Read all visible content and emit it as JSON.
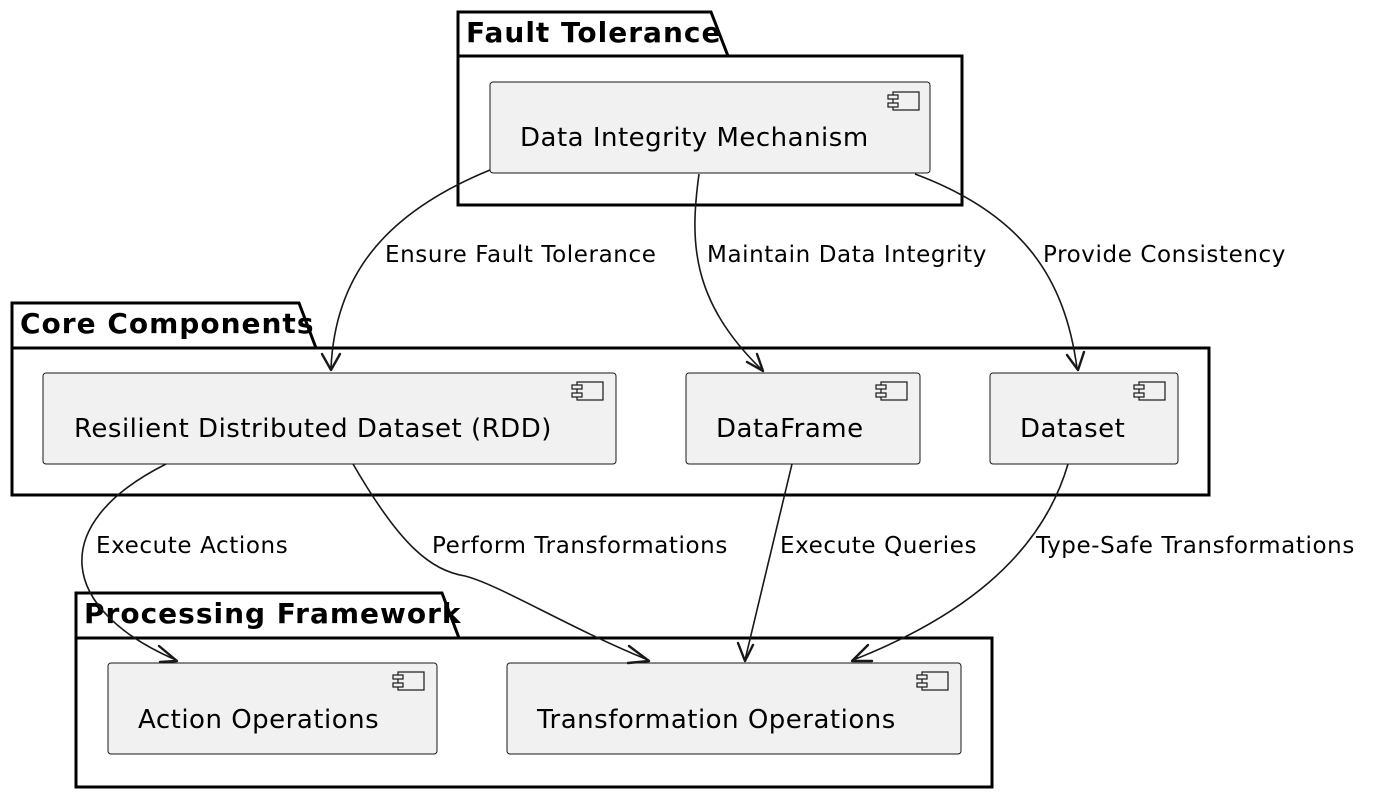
{
  "packages": [
    {
      "title": "Fault Tolerance",
      "components": [
        {
          "label": "Data Integrity Mechanism"
        }
      ]
    },
    {
      "title": "Core Components",
      "components": [
        {
          "label": "Resilient Distributed Dataset (RDD)"
        },
        {
          "label": "DataFrame"
        },
        {
          "label": "Dataset"
        }
      ]
    },
    {
      "title": "Processing Framework",
      "components": [
        {
          "label": "Action Operations"
        },
        {
          "label": "Transformation Operations"
        }
      ]
    }
  ],
  "relations": [
    {
      "from": "Data Integrity Mechanism",
      "to": "Resilient Distributed Dataset (RDD)",
      "label": "Ensure Fault Tolerance"
    },
    {
      "from": "Data Integrity Mechanism",
      "to": "DataFrame",
      "label": "Maintain Data Integrity"
    },
    {
      "from": "Data Integrity Mechanism",
      "to": "Dataset",
      "label": "Provide Consistency"
    },
    {
      "from": "Resilient Distributed Dataset (RDD)",
      "to": "Action Operations",
      "label": "Execute Actions"
    },
    {
      "from": "Resilient Distributed Dataset (RDD)",
      "to": "Transformation Operations",
      "label": "Perform Transformations"
    },
    {
      "from": "DataFrame",
      "to": "Transformation Operations",
      "label": "Execute Queries"
    },
    {
      "from": "Dataset",
      "to": "Transformation Operations",
      "label": "Type-Safe Transformations"
    }
  ],
  "colors": {
    "component_fill": "#f1f1f1",
    "line": "#181818",
    "frame": "#000000",
    "background": "#ffffff"
  },
  "icons": {
    "component": "uml-component-icon"
  }
}
